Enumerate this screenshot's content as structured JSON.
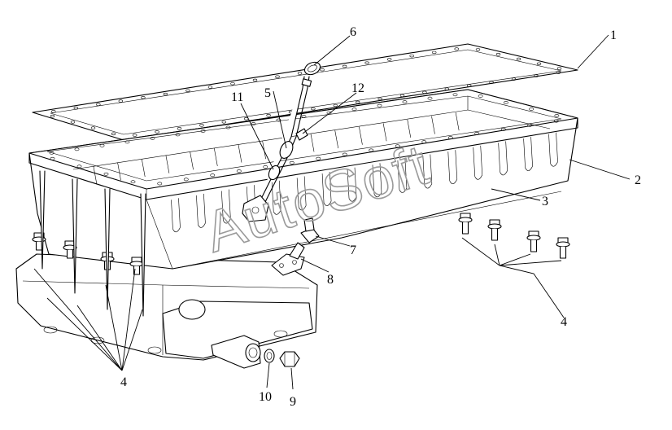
{
  "diagram": {
    "watermark": "AutoSoft",
    "callouts": [
      {
        "id": "c1",
        "label": "1"
      },
      {
        "id": "c2",
        "label": "2"
      },
      {
        "id": "c3",
        "label": "3"
      },
      {
        "id": "c4a",
        "label": "4"
      },
      {
        "id": "c4b",
        "label": "4"
      },
      {
        "id": "c5",
        "label": "5"
      },
      {
        "id": "c6",
        "label": "6"
      },
      {
        "id": "c7",
        "label": "7"
      },
      {
        "id": "c8",
        "label": "8"
      },
      {
        "id": "c9",
        "label": "9"
      },
      {
        "id": "c10",
        "label": "10"
      },
      {
        "id": "c11",
        "label": "11"
      },
      {
        "id": "c12",
        "label": "12"
      }
    ]
  }
}
